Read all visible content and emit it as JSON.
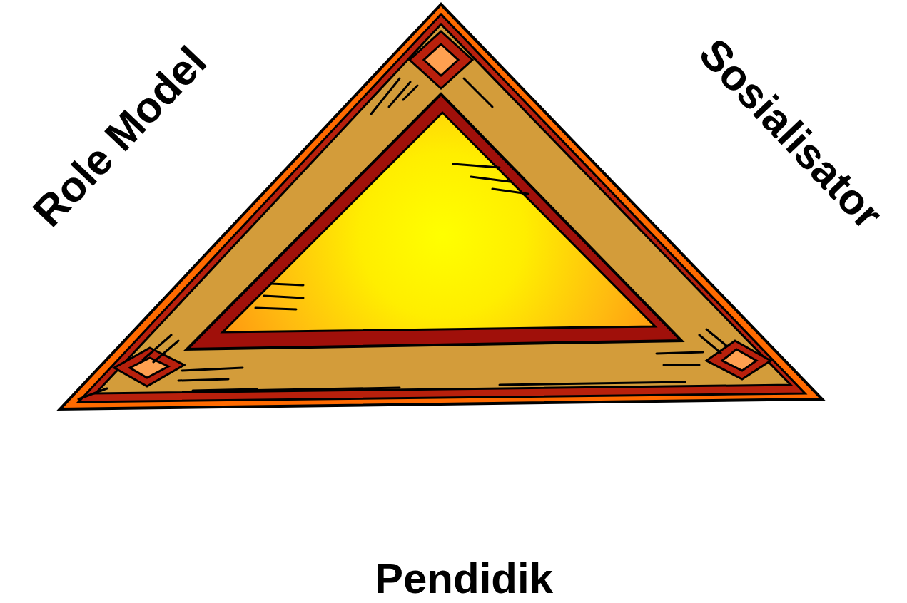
{
  "diagram": {
    "labels": [
      "Role Model",
      "Sosialisator",
      "Pendidik"
    ]
  }
}
